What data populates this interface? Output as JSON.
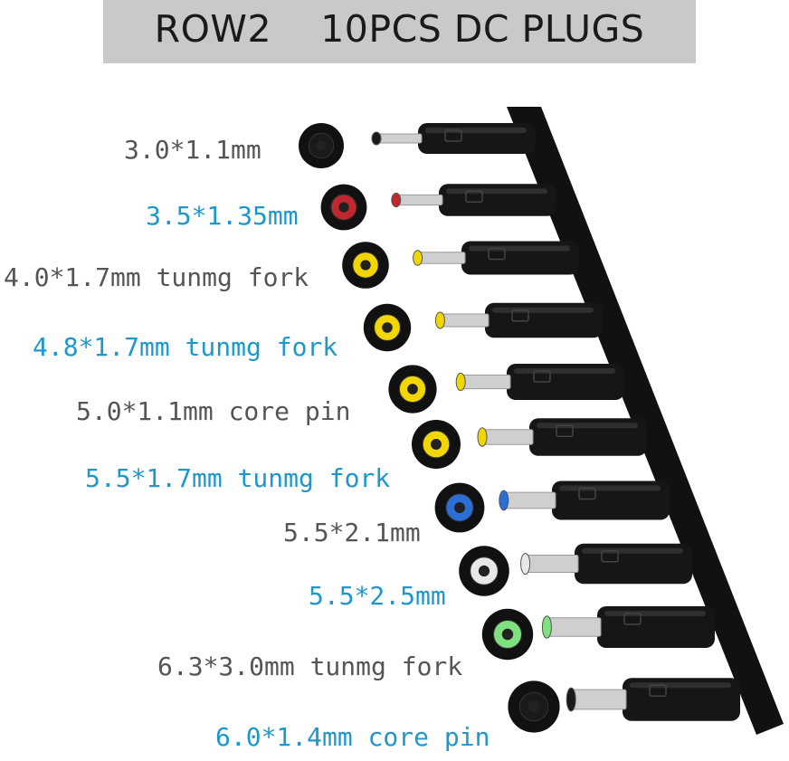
{
  "banner": {
    "row": "ROW2",
    "title": "10PCS DC PLUGS"
  },
  "labels": [
    {
      "text": "3.0*1.1mm",
      "color": "#555555"
    },
    {
      "text": "3.5*1.35mm",
      "color": "#1e97cc"
    },
    {
      "text": "4.0*1.7mm tunmg fork",
      "color": "#555555"
    },
    {
      "text": "4.8*1.7mm tunmg fork",
      "color": "#1e97cc"
    },
    {
      "text": "5.0*1.1mm core pin",
      "color": "#555555"
    },
    {
      "text": "5.5*1.7mm tunmg fork",
      "color": "#1e97cc"
    },
    {
      "text": "5.5*2.1mm",
      "color": "#555555"
    },
    {
      "text": "5.5*2.5mm",
      "color": "#1e97cc"
    },
    {
      "text": "6.3*3.0mm tunmg fork",
      "color": "#555555"
    },
    {
      "text": "6.0*1.4mm core pin",
      "color": "#1e97cc"
    }
  ],
  "plug_ring_colors": [
    "#1a1a1a",
    "#c0282d",
    "#f2d600",
    "#f2d600",
    "#f2d600",
    "#f2d600",
    "#2b6fd6",
    "#e8e8e8",
    "#7fe07f",
    "#1a1a1a"
  ]
}
